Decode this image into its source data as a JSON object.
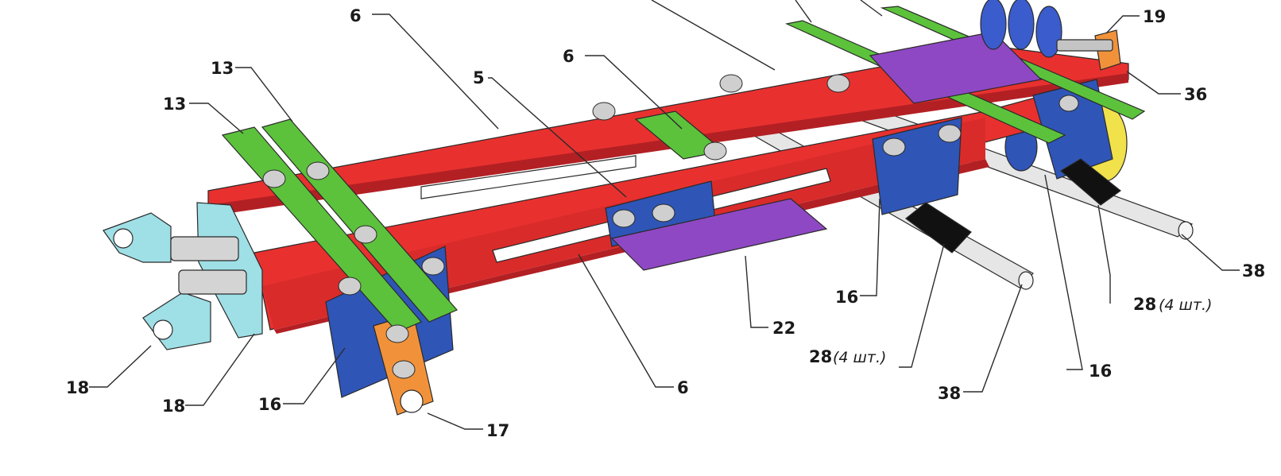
{
  "colors": {
    "red": "#e8312f",
    "red_dark": "#b32024",
    "green": "#5cc23c",
    "blue": "#2f55b7",
    "purple": "#8f48c4",
    "cyan": "#9fdfe6",
    "orange": "#f1923a",
    "black": "#111111",
    "rod": "#e7e7e7"
  },
  "labels": {
    "l6_top": "6",
    "l6_mid": "6",
    "l6_bottom": "6",
    "l5": "5",
    "l13_a": "13",
    "l13_b": "13",
    "l16_left": "16",
    "l16_mid": "16",
    "l16_right": "16",
    "l17": "17",
    "l18_a": "18",
    "l18_b": "18",
    "l19": "19",
    "l22": "22",
    "l28_mid": "28",
    "l28_mid_qty": "(4 шт.)",
    "l28_right": "28",
    "l28_right_qty": "(4 шт.)",
    "l36": "36",
    "l38_mid": "38",
    "l38_right": "38"
  }
}
